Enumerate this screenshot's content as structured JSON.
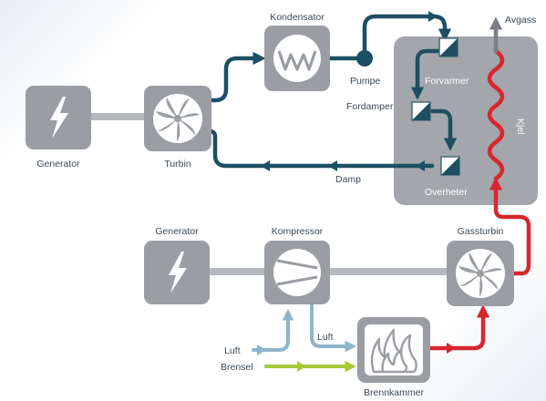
{
  "labels": {
    "kondensator": "Kondensator",
    "pumpe": "Pumpe",
    "forvarmer": "Forvarmer",
    "fordamper": "Fordamper",
    "overheter": "Overheter",
    "avgass": "Avgass",
    "kjel": "Kjel",
    "generator_top": "Generator",
    "turbin": "Turbin",
    "damp": "Damp",
    "generator_bottom": "Generator",
    "kompressor": "Kompressor",
    "gassturbin": "Gassturbin",
    "luft_in": "Luft",
    "brensel": "Brensel",
    "luft_mid": "Luft",
    "brennkammer": "Brennkammer"
  },
  "colors": {
    "steam": "#1d4f63",
    "exhaust_hot": "#d8262e",
    "exhaust_cool": "#7a7f85",
    "air": "#8fb5cc",
    "fuel": "#a6c93a",
    "shaft": "#b5b8bc",
    "component": "#9a9ea3",
    "boiler": "#a3a7ab"
  },
  "icons": {
    "generator": "lightning-bolt-icon",
    "turbine": "fan-icon",
    "condenser": "coil-icon",
    "compressor": "compressor-icon",
    "combustor": "flame-icon",
    "heat_exchanger": "diagonal-split-icon"
  }
}
